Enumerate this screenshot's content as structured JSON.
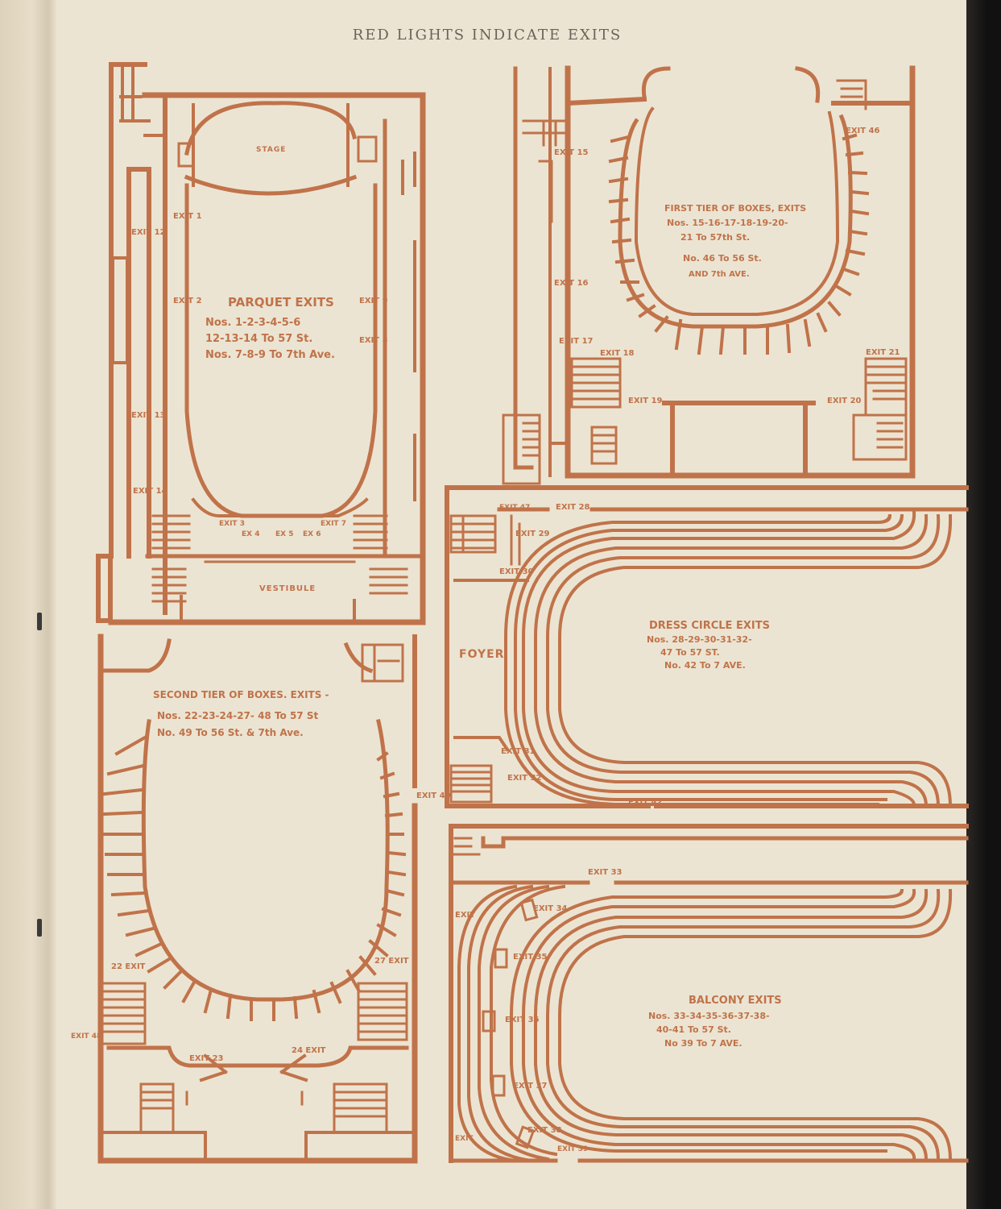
{
  "page": {
    "header": "RED LIGHTS INDICATE EXITS",
    "colors": {
      "ink": "#c0734a",
      "paper": "#ece4d2",
      "background": "#1a1817"
    }
  },
  "panels": {
    "parquet": {
      "stage": "STAGE",
      "vestibule": "VESTIBULE",
      "note": [
        "PARQUET EXITS",
        "Nos. 1-2-3-4-5-6",
        "12-13-14 To 57 St.",
        "Nos. 7-8-9 To 7th Ave."
      ],
      "exits": [
        "EXIT 1",
        "EXIT 2",
        "EXIT 12",
        "EXIT 13",
        "EXIT 14",
        "EXIT 9",
        "EXIT 8",
        "EXIT 3",
        "EX 4",
        "EX 5",
        "EX 6",
        "EXIT 7"
      ]
    },
    "first_tier": {
      "note": [
        "FIRST TIER OF BOXES, EXITS",
        "Nos. 15-16-17-18-19-20-",
        "21 To 57th St.",
        "No. 46 To 56 St.",
        "AND 7th AVE."
      ],
      "exits": [
        "EXIT 15",
        "EXIT 16",
        "EXIT 17",
        "EXIT 18",
        "EXIT 19",
        "EXIT 20",
        "EXIT 21",
        "EXIT 46"
      ]
    },
    "dress_circle": {
      "foyer": "FOYER",
      "note": [
        "DRESS CIRCLE EXITS",
        "Nos. 28-29-30-31-32-",
        "47 To 57 ST.",
        "No. 42 To 7 AVE."
      ],
      "exits": [
        "EXIT 47",
        "EXIT 28",
        "EXIT 29",
        "EXIT 30",
        "EXIT 31",
        "EXIT 32",
        "EXIT 42"
      ]
    },
    "second_tier": {
      "note": [
        "SECOND TIER OF BOXES. EXITS -",
        "Nos. 22-23-24-27- 48 To 57 St",
        "No. 49 To 56 St. & 7th Ave."
      ],
      "exits": [
        "EXIT 49",
        "22 EXIT",
        "27 EXIT",
        "EXIT 48",
        "EXIT 23",
        "24 EXIT"
      ]
    },
    "balcony": {
      "note": [
        "BALCONY EXITS",
        "Nos. 33-34-35-36-37-38-",
        "40-41 To 57 St.",
        "No 39 To 7 AVE."
      ],
      "exits": [
        "EXIT 33",
        "EXIT",
        "EXIT 34",
        "EXIT 35",
        "EXIT 36",
        "EXIT 37",
        "EXIT 38",
        "EXIT 39",
        "EXIT"
      ]
    }
  }
}
